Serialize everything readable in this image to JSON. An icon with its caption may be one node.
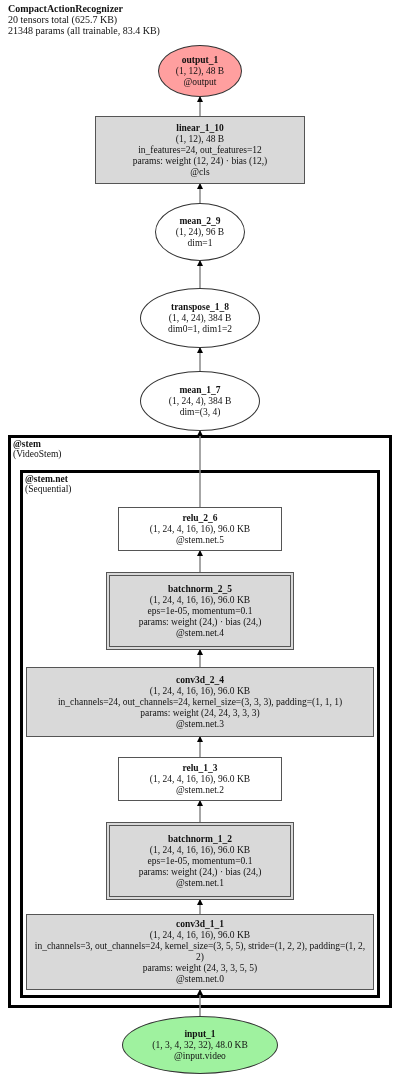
{
  "diagram": {
    "title": "CompactActionRecognizer",
    "labels": [
      "20 tensors total (625.7 KB)",
      "21348 params (all trainable, 83.4 KB)"
    ],
    "nodes": [
      {
        "text": [
          "output_1",
          "(1, 12), 48 B",
          "@output"
        ]
      },
      {
        "text": [
          "linear_1_10",
          "(1, 12), 48 B",
          "in_features=24, out_features=12",
          "params: weight (12, 24) · bias (12,)",
          "@cls"
        ]
      },
      {
        "text": [
          "mean_2_9",
          "(1, 24), 96 B",
          "dim=1"
        ]
      },
      {
        "text": [
          "transpose_1_8",
          "(1, 4, 24), 384 B",
          "dim0=1, dim1=2"
        ]
      },
      {
        "text": [
          "mean_1_7",
          "(1, 24, 4), 384 B",
          "dim=(3, 4)"
        ]
      },
      {
        "text": [
          "@stem",
          "(VideoStem)"
        ]
      },
      {
        "text": [
          "@stem.net",
          "(Sequential)"
        ],
        "in": 5
      },
      {
        "text": [
          "relu_2_6",
          "(1, 24, 4, 16, 16), 96.0 KB",
          "@stem.net.5"
        ],
        "in": 6
      },
      {
        "text": [
          "batchnorm_2_5",
          "(1, 24, 4, 16, 16), 96.0 KB",
          "eps=1e-05, momentum=0.1",
          "params: weight (24,) · bias (24,)",
          "@stem.net.4"
        ],
        "in": 6
      },
      {
        "text": [
          "conv3d_2_4",
          "(1, 24, 4, 16, 16), 96.0 KB",
          "in_channels=24, out_channels=24, kernel_size=(3, 3, 3), padding=(1, 1, 1)",
          "params: weight (24, 24, 3, 3, 3)",
          "@stem.net.3"
        ],
        "in": 6
      },
      {
        "text": [
          "relu_1_3",
          "(1, 24, 4, 16, 16), 96.0 KB",
          "@stem.net.2"
        ],
        "in": 6
      },
      {
        "text": [
          "batchnorm_1_2",
          "(1, 24, 4, 16, 16), 96.0 KB",
          "eps=1e-05, momentum=0.1",
          "params: weight (24,) · bias (24,)",
          "@stem.net.1"
        ],
        "in": 6
      },
      {
        "text": [
          "conv3d_1_1",
          "(1, 24, 4, 16, 16), 96.0 KB",
          "in_channels=3, out_channels=24, kernel_size=(3, 5, 5), stride=(1, 2, 2), padding=(1, 2, 2)",
          "params: weight (24, 3, 3, 5, 5)",
          "@stem.net.0"
        ],
        "in": 6
      },
      {
        "text": [
          "input_1",
          "(1, 3, 4, 32, 32), 48.0 KB",
          "@input.video"
        ]
      }
    ],
    "edges": [
      {
        "from": 13,
        "to": 12,
        "arrow": "to"
      },
      {
        "from": 12,
        "to": 11,
        "arrow": "to"
      },
      {
        "from": 11,
        "to": 10,
        "arrow": "to"
      },
      {
        "from": 10,
        "to": 9,
        "arrow": "to"
      },
      {
        "from": 9,
        "to": 8,
        "arrow": "to"
      },
      {
        "from": 8,
        "to": 7,
        "arrow": "to"
      },
      {
        "from": 7,
        "to": 4,
        "arrow": "to"
      },
      {
        "from": 4,
        "to": 3,
        "arrow": "to"
      },
      {
        "from": 3,
        "to": 2,
        "arrow": "to"
      },
      {
        "from": 2,
        "to": 1,
        "arrow": "to"
      },
      {
        "from": 1,
        "to": 0,
        "arrow": "to"
      }
    ]
  }
}
